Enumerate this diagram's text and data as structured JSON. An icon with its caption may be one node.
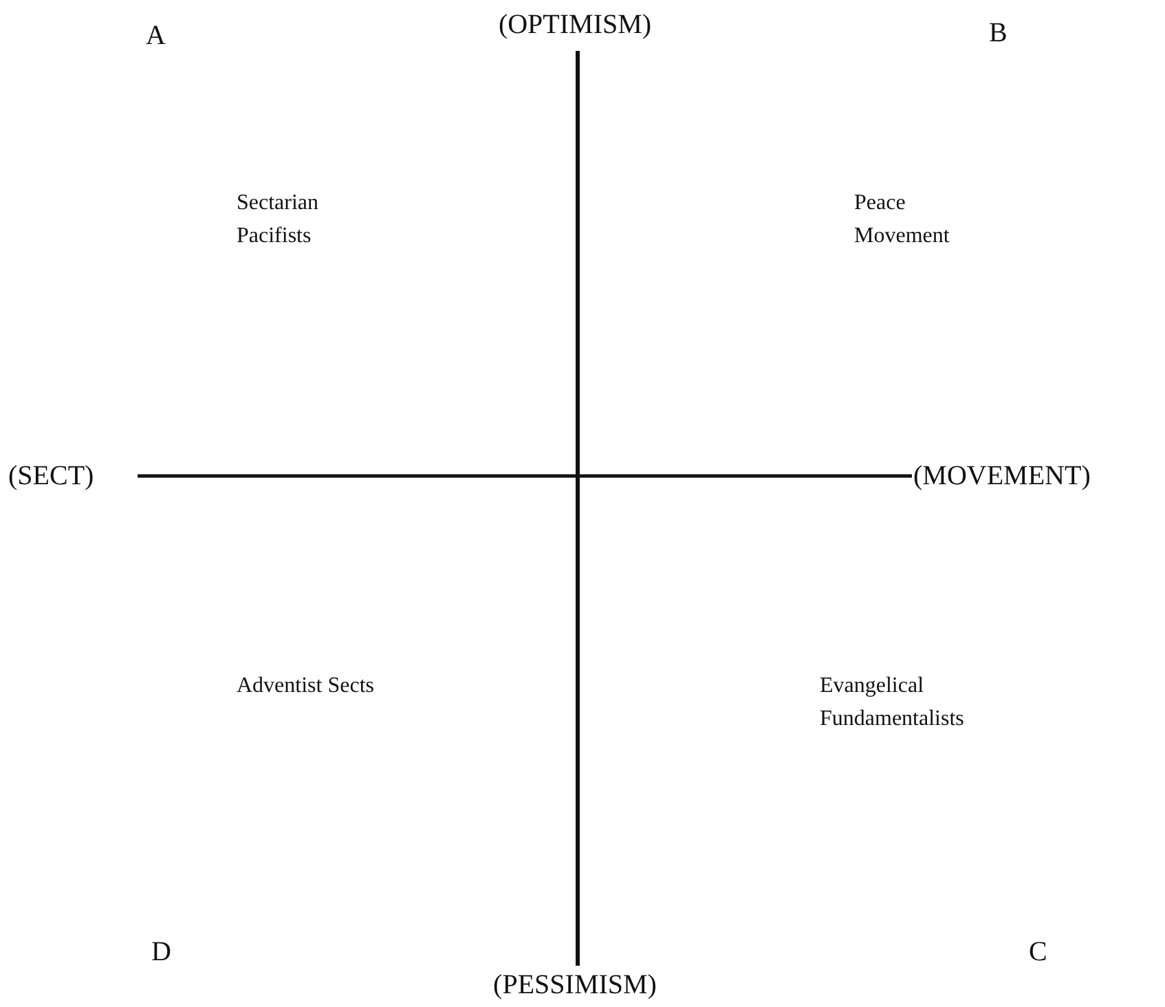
{
  "diagram": {
    "labels": [
      "A",
      "(OPTIMISM)",
      "B",
      "Sectarian Pacifists",
      "Peace Movement",
      "(SECT)",
      "(MOVEMENT)",
      "Adventist Sects",
      "Evangelical Fundamentalists",
      "D",
      "C",
      "(PESSIMISM)"
    ]
  }
}
